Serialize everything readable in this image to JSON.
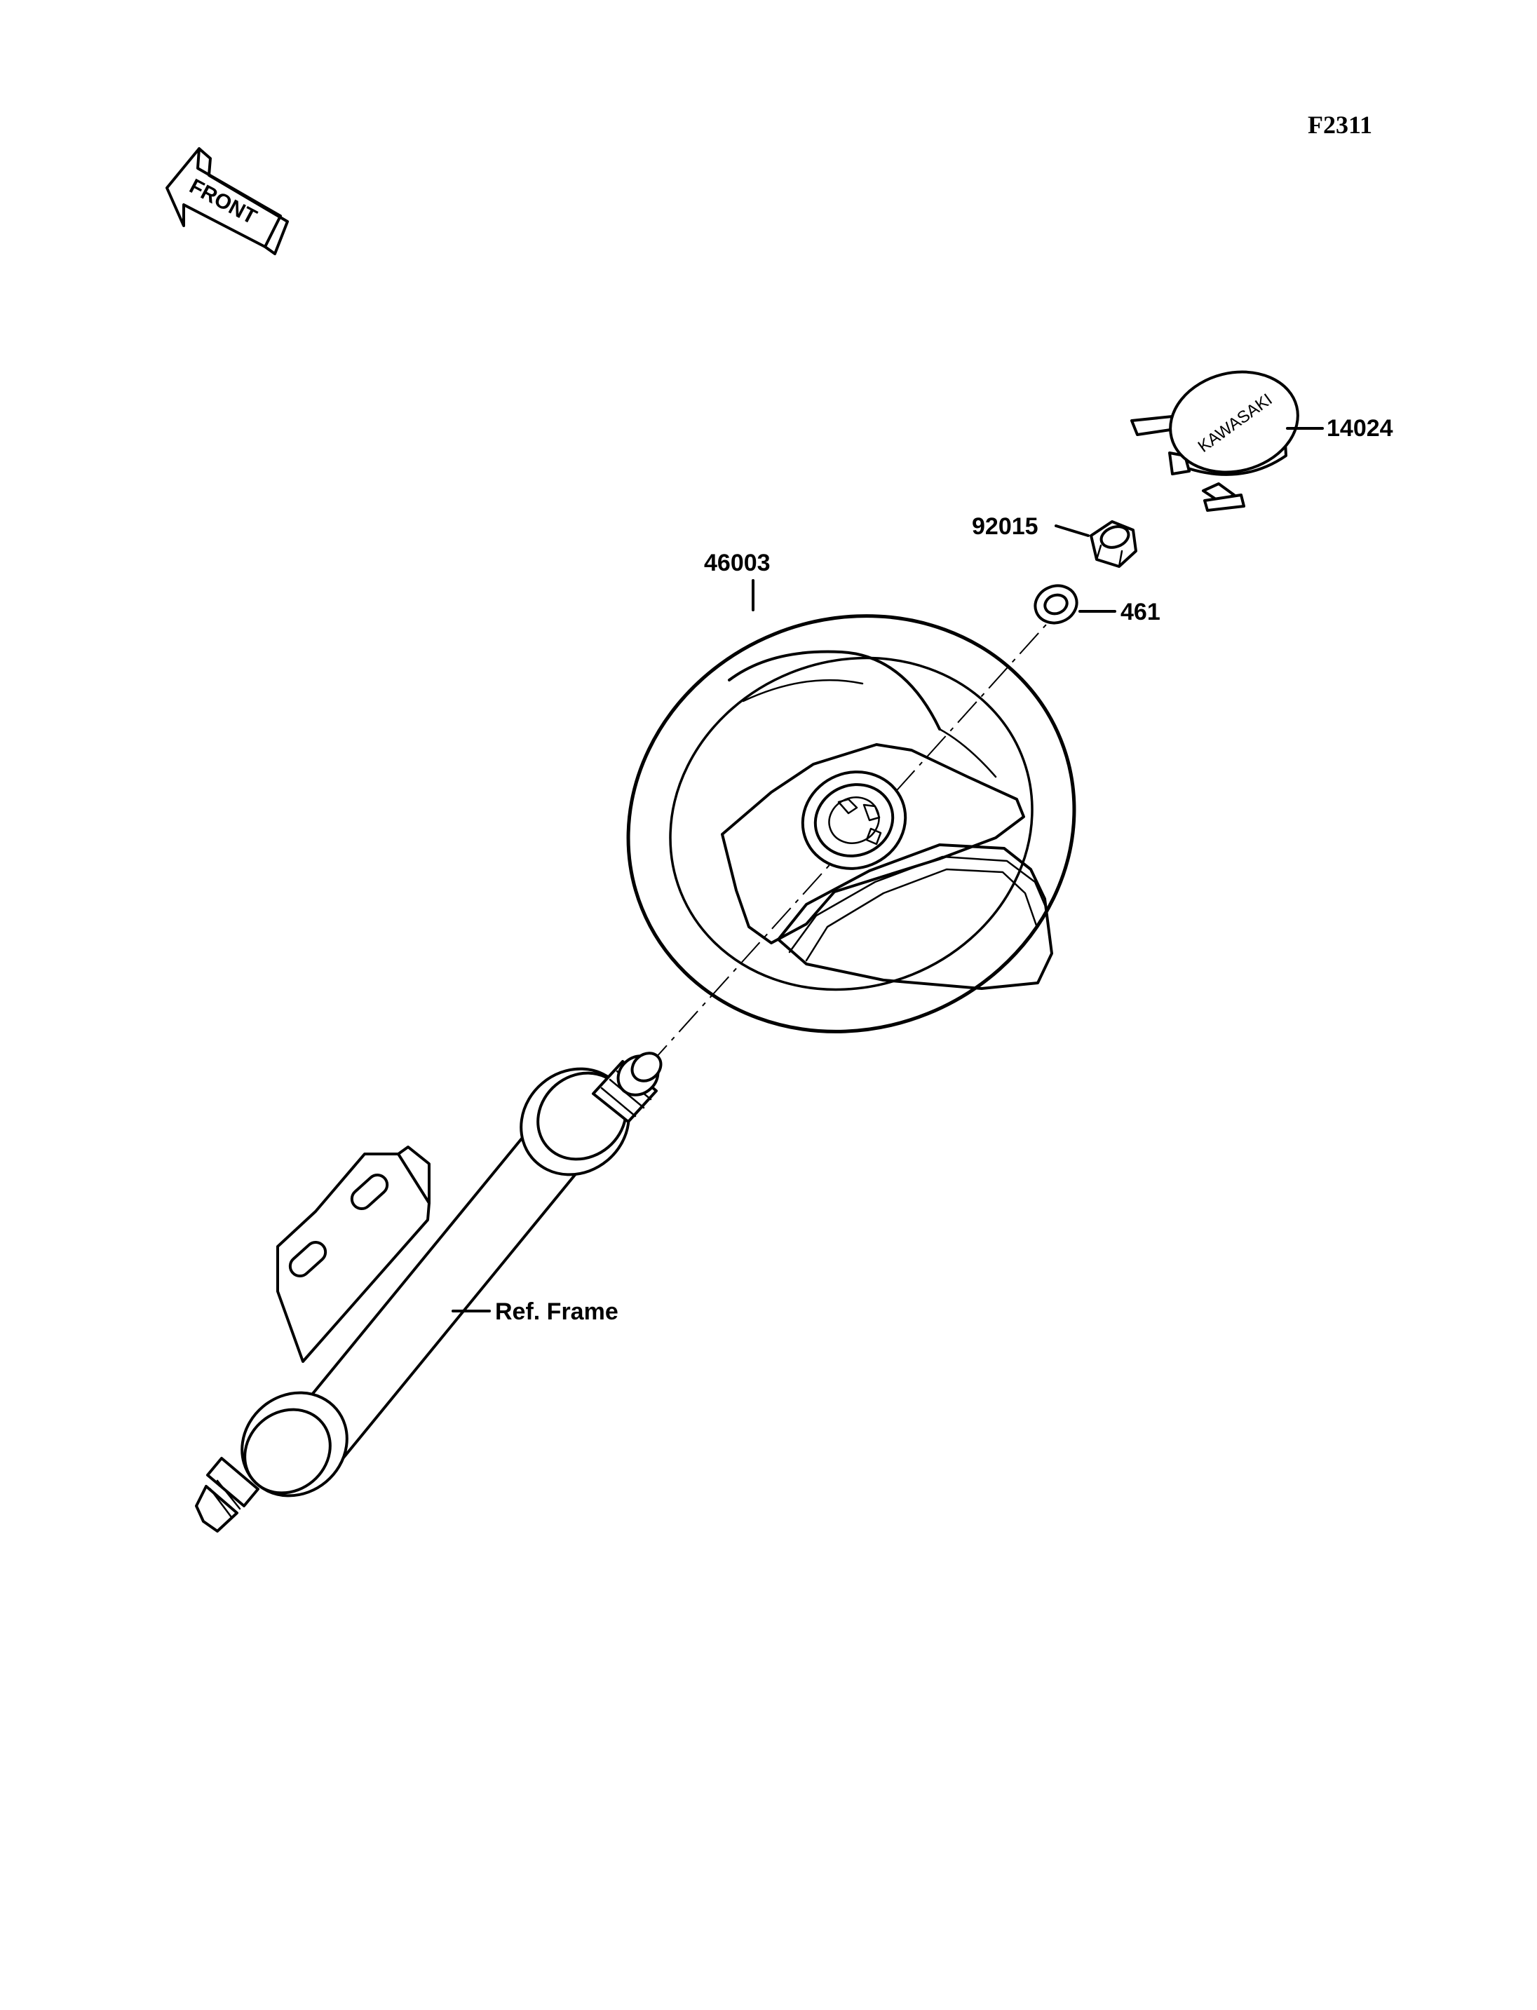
{
  "figure_code": "F2311",
  "front_indicator": "FRONT",
  "cap_brand": "KAWASAKI",
  "callouts": {
    "cap": "14024",
    "nut": "92015",
    "washer": "461",
    "wheel": "46003",
    "column": "Ref. Frame"
  }
}
